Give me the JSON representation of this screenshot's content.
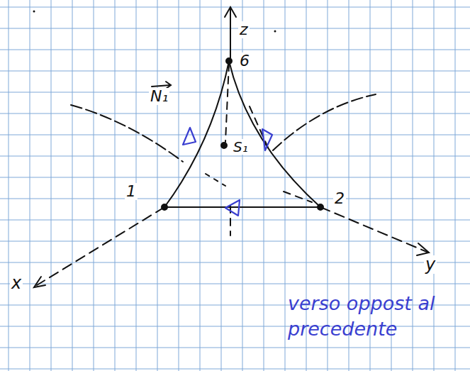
{
  "diagram": {
    "labels": [
      "z",
      "6",
      "N₁",
      "S₁",
      "1",
      "2",
      "y",
      "x",
      "verso oppost al precedente"
    ]
  }
}
